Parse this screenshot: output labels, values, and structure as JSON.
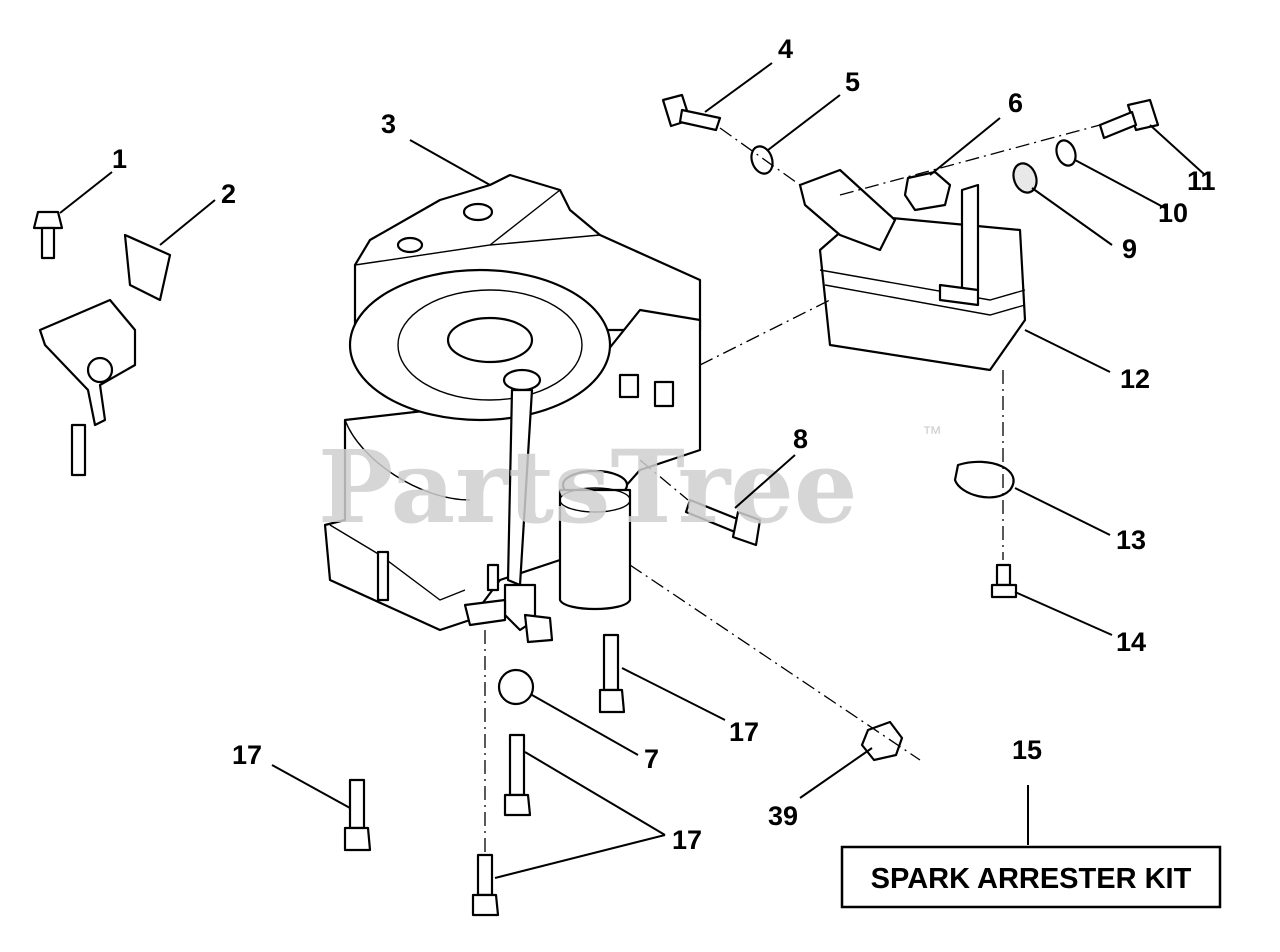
{
  "watermark": {
    "text": "PartsTree",
    "trademark": "™"
  },
  "callouts": {
    "c1": "1",
    "c2": "2",
    "c3": "3",
    "c4": "4",
    "c5": "5",
    "c6": "6",
    "c7": "7",
    "c8": "8",
    "c9": "9",
    "c10": "10",
    "c11": "11",
    "c12": "12",
    "c13": "13",
    "c14": "14",
    "c15": "15",
    "c17a": "17",
    "c17b": "17",
    "c17c": "17",
    "c39": "39"
  },
  "kit_label": "SPARK ARRESTER KIT"
}
